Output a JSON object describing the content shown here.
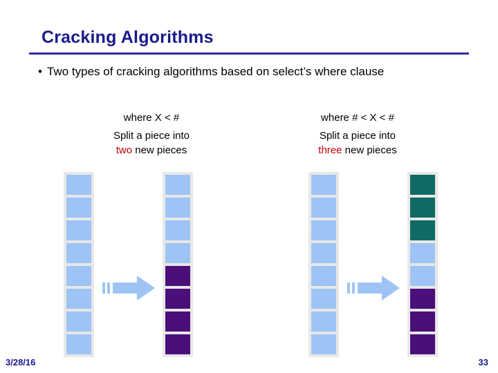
{
  "slide": {
    "title": "Cracking Algorithms",
    "bullet_marker": "•",
    "bullet_text": "Two types of cracking algorithms based on select’s where clause",
    "date": "3/28/16",
    "page_number": "33"
  },
  "columns": [
    {
      "heading": "where X < #",
      "caption_line1": "Split a piece into",
      "caption_highlight": "two",
      "caption_rest": " new pieces"
    },
    {
      "heading": "where # < X < #",
      "caption_line1": "Split a piece into",
      "caption_highlight": "three",
      "caption_rest": " new pieces"
    }
  ],
  "colors": {
    "title": "#1a1a8c",
    "rule": "#2b2b9e",
    "highlight": "#c00000",
    "block_blue": "#9ec4f5",
    "block_purple": "#4b0f7a",
    "block_teal": "#0f6b63",
    "stack_bg": "#e8e8e8",
    "arrow": "#9ec4f5"
  },
  "stacks": [
    {
      "name": "left-input-stack",
      "blocks": [
        "blue",
        "blue",
        "blue",
        "blue",
        "blue",
        "blue",
        "blue",
        "blue"
      ]
    },
    {
      "name": "left-output-stack",
      "blocks": [
        "blue",
        "blue",
        "blue",
        "blue",
        "purple",
        "purple",
        "purple",
        "purple"
      ]
    },
    {
      "name": "right-input-stack",
      "blocks": [
        "blue",
        "blue",
        "blue",
        "blue",
        "blue",
        "blue",
        "blue",
        "blue"
      ]
    },
    {
      "name": "right-output-stack",
      "blocks": [
        "teal",
        "teal",
        "teal",
        "blue",
        "blue",
        "purple",
        "purple",
        "purple"
      ]
    }
  ]
}
